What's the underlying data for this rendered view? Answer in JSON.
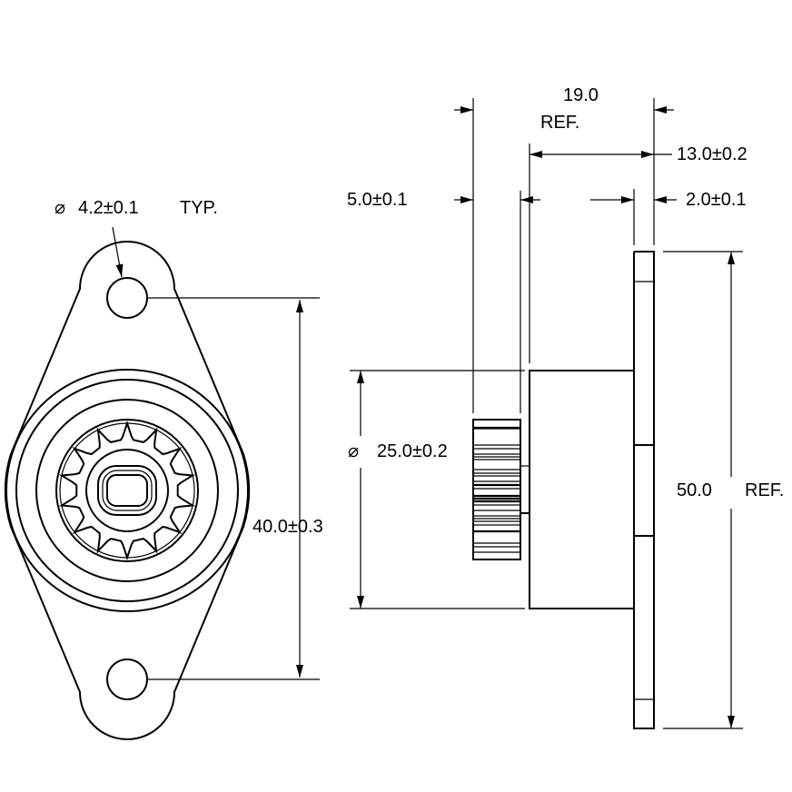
{
  "drawing": {
    "front_view": {
      "hole_dim": {
        "symbol": "⌀",
        "value": "4.2±0.1",
        "note": "TYP."
      },
      "hole_spacing": "40.0±0.3",
      "gear_teeth": 14
    },
    "side_view": {
      "overall_width": {
        "value": "19.0",
        "note": "REF."
      },
      "body_width": "13.0±0.2",
      "gear_width": "5.0±0.1",
      "flange_thickness": "2.0±0.1",
      "body_diameter": {
        "symbol": "⌀",
        "value": "25.0±0.2"
      },
      "overall_height": {
        "value": "50.0",
        "note": "REF."
      }
    }
  }
}
